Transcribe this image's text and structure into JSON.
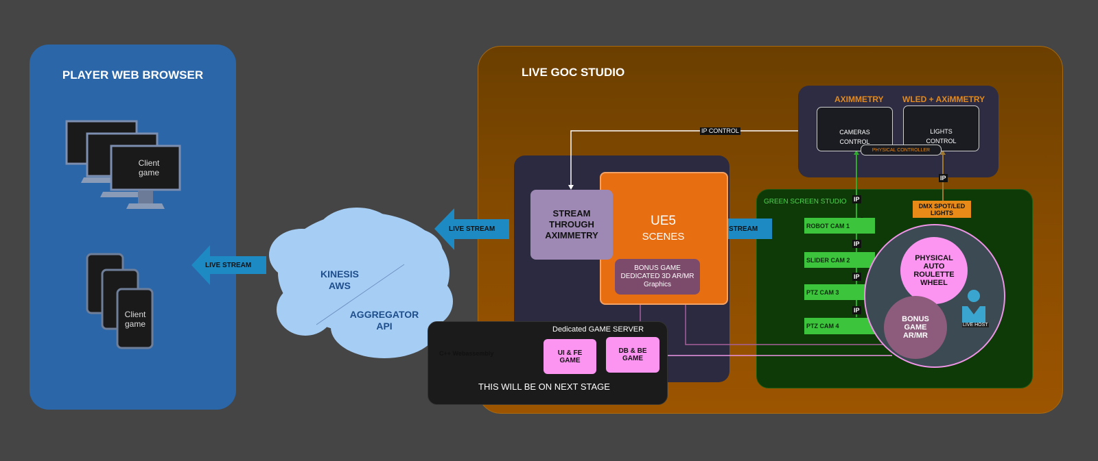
{
  "player_browser": {
    "title": "PLAYER WEB BROWSER",
    "desktop_client_label": "Client\ngame",
    "mobile_client_label": "Client\ngame",
    "live_stream_label": "LIVE STREAM"
  },
  "cloud": {
    "kinesis_label": "KINESIS\nAWS",
    "aggregator_label": "AGGREGATOR\nAPI"
  },
  "studio": {
    "title": "LIVE GOC STUDIO",
    "live_stream_out": "LIVE STREAM",
    "live_stream_in": "LIVE STREAM",
    "stream_box": "STREAM\nTHROUGH\nAXIMMETRY",
    "ue5_title": "UE5",
    "ue5_subtitle": "SCENES",
    "bonus_graphics": "BONUS GAME\nDEDICATED 3D AR/MR\nGraphics",
    "ip_control": "IP CONTROL"
  },
  "controls": {
    "aximmetry_label": "AXIMMETRY",
    "wled_label": "WLED + AXiMMETRY",
    "cameras_control": "CAMERAS\nCONTROL",
    "lights_control": "LIGHTS\nCONTROL",
    "physical_controller": "PHYSICAL CONTROLLER"
  },
  "green_screen": {
    "title": "GREEN SCREEN STUDIO",
    "cameras": [
      "ROBOT CAM 1",
      "SLIDER CAM 2",
      "PTZ CAM 3",
      "PTZ CAM 4"
    ],
    "ip_tags": [
      "IP",
      "IP",
      "IP",
      "IP",
      "IP"
    ],
    "dmx_label": "DMX SPOT/LED\nLIGHTS",
    "wheel_label": "PHYSICAL\nAUTO\nROULETTE\nWHEEL",
    "bonus_mr_label": "BONUS\nGAME\nAR/MR",
    "live_host_label": "LIVE HOST"
  },
  "server": {
    "title": "Dedicated GAME SERVER",
    "webassembly_label": "C++ Webassembly",
    "ui_fe_label": "UI & FE\nGAME",
    "db_be_label": "DB & BE\nGAME",
    "next_stage_label": "THIS WILL BE ON NEXT STAGE"
  },
  "colors": {
    "background": "#454545",
    "player_panel": "#2a66a8",
    "studio_panel": "#8a4d00",
    "ue5_orange": "#e86e12",
    "green_studio": "#0e3a08",
    "camera_green": "#3cc43c",
    "pink": "#fc95f2",
    "arrow_blue": "#1d8ac4",
    "cloud_blue": "#a6cef5"
  }
}
